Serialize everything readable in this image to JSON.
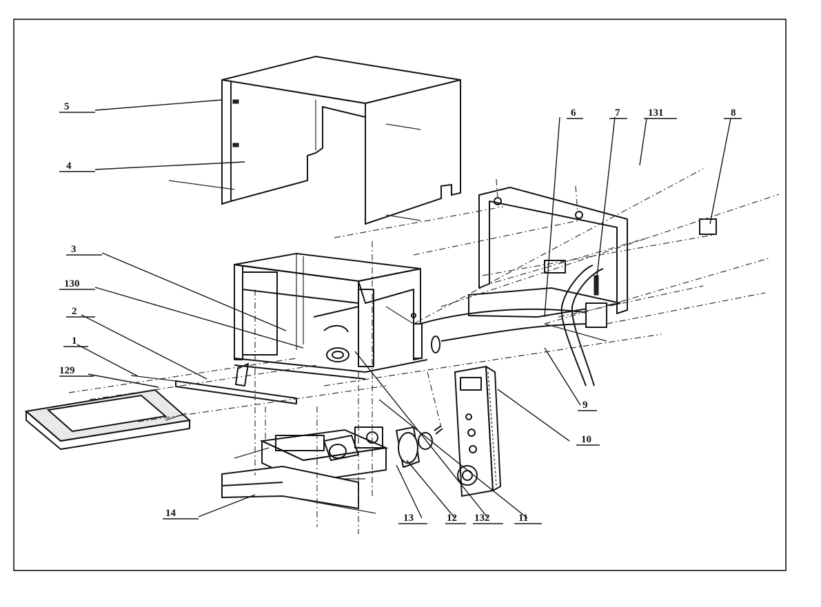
{
  "labels": {
    "p5": "5",
    "p4": "4",
    "p3": "3",
    "p130": "130",
    "p2": "2",
    "p1": "1",
    "p129": "129",
    "p6": "6",
    "p7": "7",
    "p131": "131",
    "p8": "8",
    "p9": "9",
    "p10": "10",
    "p14": "14",
    "p13": "13",
    "p12": "12",
    "p132": "132",
    "p11": "11"
  },
  "colors": {
    "ink": "#111111",
    "background": "#ffffff"
  }
}
